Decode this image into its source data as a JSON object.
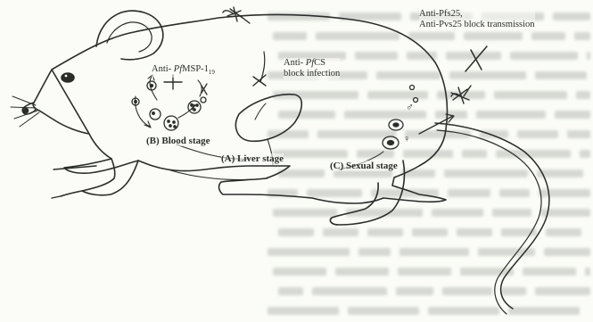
{
  "labels": {
    "anti_msp_prefix": "Anti- ",
    "anti_msp_species": "Pf",
    "anti_msp_name": "MSP-1",
    "anti_msp_sub": "19",
    "anti_cs_prefix": "Anti- ",
    "anti_cs_species": "Pf",
    "anti_cs_name": "CS",
    "anti_cs_line2": "block infection",
    "anti_pfs25": "Anti-Pfs25,",
    "anti_pvs25": "Anti-Pvs25 block transmission",
    "blood_stage": "(B) Blood stage",
    "liver_stage": "(A) Liver  stage",
    "sexual_stage": "(C) Sexual stage",
    "male_symbol": "♂",
    "female_symbol": "♀"
  },
  "colors": {
    "ink": "#2a2d2a",
    "paper": "#fbfcf7",
    "bleed_text": "#c9ccc7"
  }
}
